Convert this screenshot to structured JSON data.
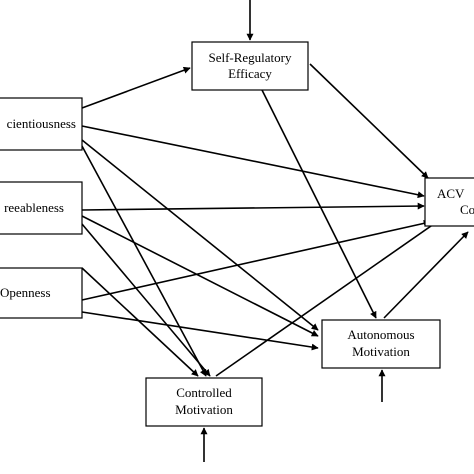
{
  "diagram": {
    "nodes": [
      {
        "id": "sre",
        "lines": [
          "Self-Regulatory",
          "Efficacy"
        ]
      },
      {
        "id": "con",
        "lines": [
          "cientiousness"
        ]
      },
      {
        "id": "agr",
        "lines": [
          "reeableness"
        ]
      },
      {
        "id": "ope",
        "lines": [
          "Openness"
        ]
      },
      {
        "id": "acv",
        "lines": [
          "ACV",
          "Co"
        ]
      },
      {
        "id": "aut",
        "lines": [
          "Autonomous",
          "Motivation"
        ]
      },
      {
        "id": "ctl",
        "lines": [
          "Controlled",
          "Motivation"
        ]
      }
    ],
    "edges": [
      {
        "from": "con",
        "to": "sre"
      },
      {
        "from": "con",
        "to": "acv"
      },
      {
        "from": "con",
        "to": "aut"
      },
      {
        "from": "con",
        "to": "ctl"
      },
      {
        "from": "agr",
        "to": "acv"
      },
      {
        "from": "agr",
        "to": "aut"
      },
      {
        "from": "agr",
        "to": "ctl"
      },
      {
        "from": "ope",
        "to": "acv"
      },
      {
        "from": "ope",
        "to": "aut"
      },
      {
        "from": "ope",
        "to": "ctl"
      },
      {
        "from": "sre",
        "to": "acv"
      },
      {
        "from": "sre",
        "to": "aut"
      },
      {
        "from": "aut",
        "to": "acv"
      },
      {
        "from": "ctl",
        "to": "acv"
      },
      {
        "from": "error",
        "to": "sre"
      },
      {
        "from": "error",
        "to": "aut"
      },
      {
        "from": "error",
        "to": "ctl"
      }
    ]
  }
}
